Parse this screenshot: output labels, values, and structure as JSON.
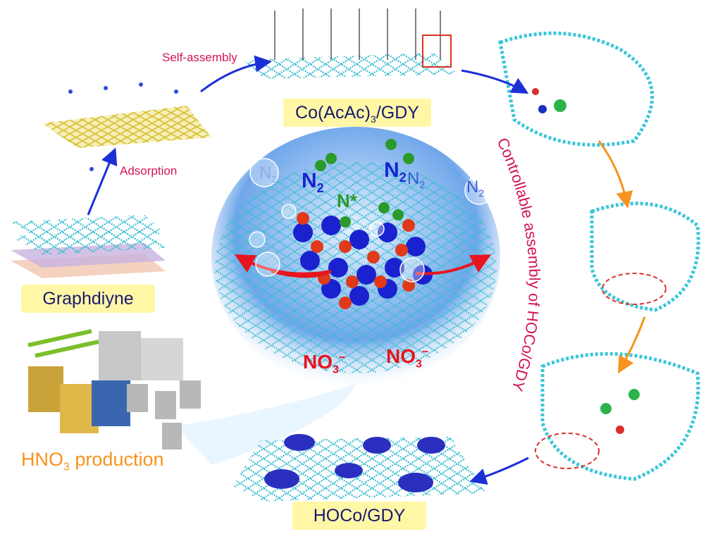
{
  "labels": {
    "graphdiyne": "Graphdiyne",
    "adsorption": "Adsorption",
    "self_assembly": "Self-assembly",
    "co_acac_main": "Co(AcAc)",
    "co_acac_sub": "3",
    "co_acac_tail": "/GDY",
    "controllable": "Controllable assembly of HOCo/GDY",
    "hoco": "HOCo/GDY",
    "hno3_main": "HNO",
    "hno3_sub": "3",
    "hno3_tail": " production"
  },
  "center": {
    "n2": "N",
    "sub2": "2",
    "nstar": "N*",
    "no3": "NO",
    "no3_sub": "3",
    "minus": "−"
  },
  "colors": {
    "accent_text": "#d4145a",
    "label_bg": "#fff7a6",
    "arrow_blue": "#1b2fd6",
    "arrow_orange": "#f7931e",
    "gdy": "#3cc6d8"
  }
}
